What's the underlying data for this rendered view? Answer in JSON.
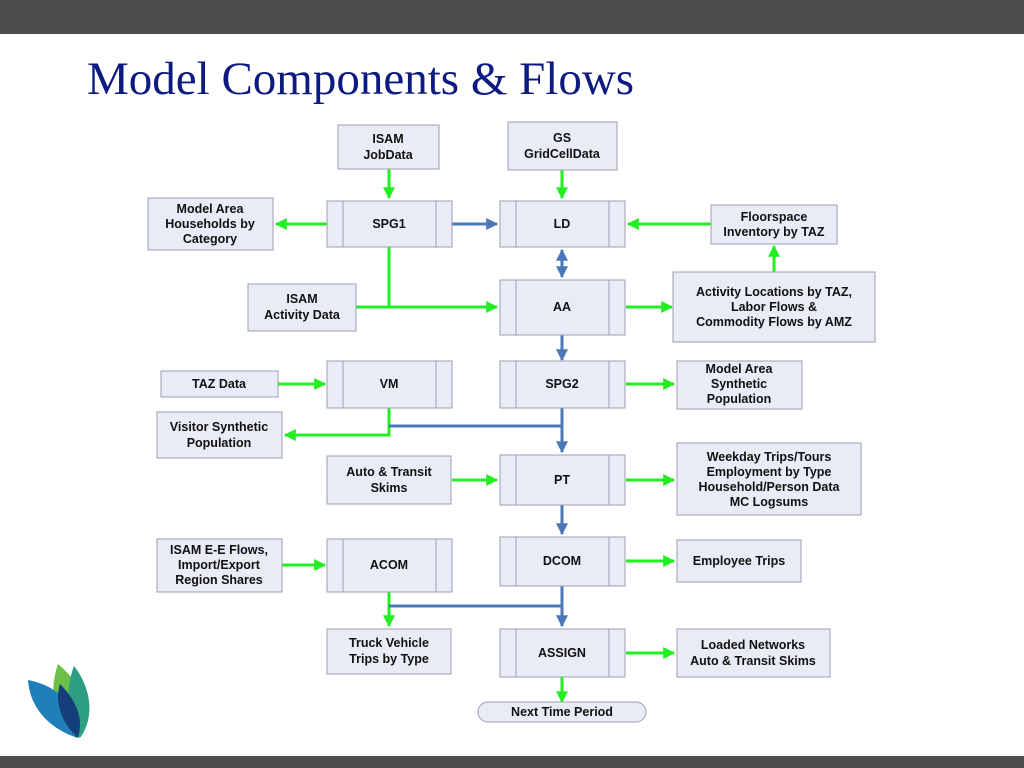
{
  "title": "Model Components & Flows",
  "colors": {
    "title": "#0d1a80",
    "green_flow": "#22ee22",
    "blue_flow": "#4a78b8",
    "box_fill": "#e9ecf6",
    "box_border": "#9a9fb0"
  },
  "logo": {
    "icon": "leaf-logo-icon"
  },
  "nodes": {
    "isam_jobdata": [
      "ISAM",
      "JobData"
    ],
    "gs_gridcelldata": [
      "GS",
      "GridCellData"
    ],
    "model_area_households": [
      "Model Area",
      "Households by",
      "Category"
    ],
    "spg1": [
      "SPG1"
    ],
    "ld": [
      "LD"
    ],
    "floorspace_inventory": [
      "Floorspace",
      "Inventory by TAZ"
    ],
    "isam_activity_data": [
      "ISAM",
      "Activity Data"
    ],
    "aa": [
      "AA"
    ],
    "activity_locations": [
      "Activity Locations by TAZ,",
      "Labor Flows &",
      "Commodity Flows by AMZ"
    ],
    "taz_data": [
      "TAZ Data"
    ],
    "vm": [
      "VM"
    ],
    "spg2": [
      "SPG2"
    ],
    "model_area_synthetic_population": [
      "Model Area",
      "Synthetic",
      "Population"
    ],
    "visitor_synthetic_population": [
      "Visitor Synthetic",
      "Population"
    ],
    "auto_transit_skims": [
      "Auto & Transit",
      "Skims"
    ],
    "pt": [
      "PT"
    ],
    "weekday_trips": [
      "Weekday Trips/Tours",
      "Employment by Type",
      "Household/Person  Data",
      "MC Logsums"
    ],
    "isam_ee_flows": [
      "ISAM E-E Flows,",
      "Import/Export",
      "Region Shares"
    ],
    "acom": [
      "ACOM"
    ],
    "dcom": [
      "DCOM"
    ],
    "employee_trips": [
      "Employee Trips"
    ],
    "truck_vehicle_trips": [
      "Truck Vehicle",
      "Trips by Type"
    ],
    "assign": [
      "ASSIGN"
    ],
    "loaded_networks": [
      "Loaded Networks",
      "Auto & Transit Skims"
    ],
    "next_time_period": [
      "Next Time Period"
    ]
  }
}
